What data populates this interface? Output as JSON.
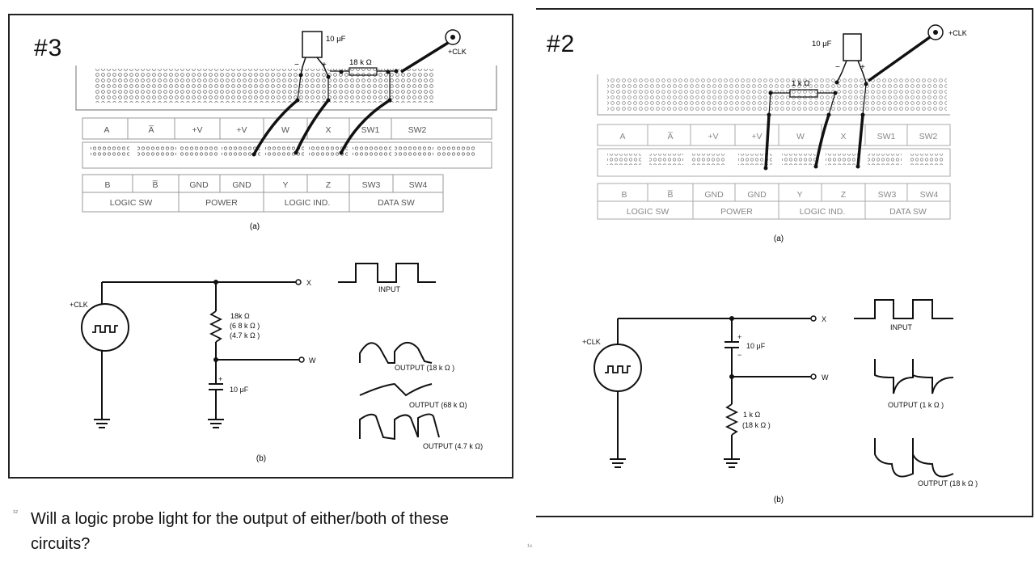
{
  "left": {
    "label": "#3",
    "cap_value": "10 μF",
    "resistor_value": "18 k Ω",
    "clk_label": "+CLK",
    "strip_top": [
      "A",
      "A̅",
      "+V",
      "+V",
      "W",
      "X",
      "SW1",
      "SW2"
    ],
    "strip_bottom": [
      "B",
      "B̅",
      "GND",
      "GND",
      "Y",
      "Z",
      "SW3",
      "SW4"
    ],
    "groups": [
      "LOGIC SW",
      "POWER",
      "LOGIC IND.",
      "DATA SW"
    ],
    "caption_a": "(a)",
    "caption_b": "(b)",
    "schematic": {
      "clk_label": "+CLK",
      "x_label": "X",
      "w_label": "W",
      "resistor_lines": [
        "18k Ω",
        "(6 8 k Ω )",
        "(4.7 k Ω )"
      ],
      "cap_label": "10 μF",
      "cap_plus": "+",
      "input_label": "INPUT",
      "outputs": [
        "OUTPUT (18 k Ω )",
        "OUTPUT (68 k Ω)",
        "OUTPUT (4.7 k Ω)"
      ]
    }
  },
  "right": {
    "label": "#2",
    "cap_value": "10 μF",
    "resistor_value": "1 k Ω",
    "clk_label": "+CLK",
    "strip_top": [
      "A",
      "A̅",
      "+V",
      "+V",
      "W",
      "X",
      "SW1",
      "SW2"
    ],
    "strip_bottom": [
      "B",
      "B̅",
      "GND",
      "GND",
      "Y",
      "Z",
      "SW3",
      "SW4"
    ],
    "groups": [
      "LOGIC SW",
      "POWER",
      "LOGIC IND.",
      "DATA SW"
    ],
    "caption_a": "(a)",
    "caption_b": "(b)",
    "schematic": {
      "clk_label": "+CLK",
      "x_label": "X",
      "w_label": "W",
      "cap_label": "10 μF",
      "cap_plus": "+",
      "cap_minus": "−",
      "resistor_lines": [
        "1 k Ω",
        "(18 k Ω )"
      ],
      "input_label": "INPUT",
      "outputs": [
        "OUTPUT (1 k Ω )",
        "OUTPUT (18 k Ω )"
      ]
    }
  },
  "question": "Will a logic probe light for the output of either/both of these circuits?",
  "question_mark": "¹²",
  "footer_mark": "¹⁶"
}
